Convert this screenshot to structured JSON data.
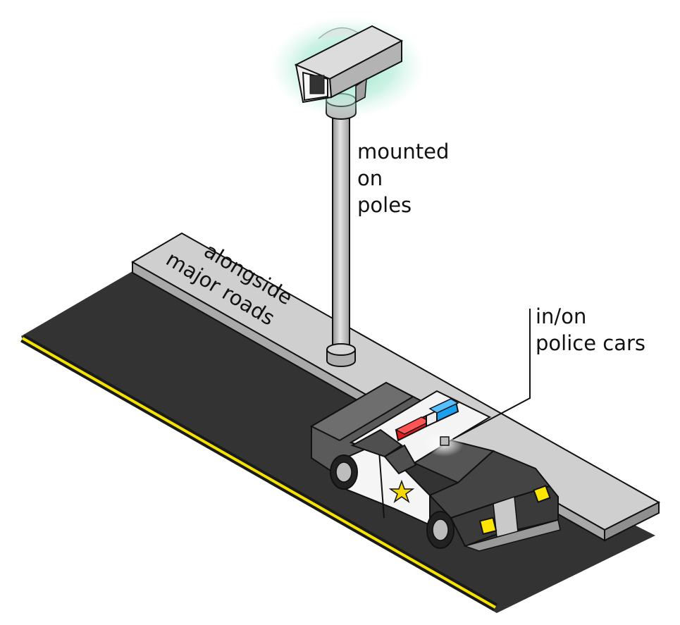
{
  "labels": {
    "poles": [
      "mounted",
      "on",
      "poles"
    ],
    "roads": [
      "alongside",
      "major roads"
    ],
    "police_cars": [
      "in/on",
      "police cars"
    ]
  },
  "icons": [
    "camera-icon",
    "pole-icon",
    "police-car-icon",
    "sheriff-star-icon",
    "light-bar-icon"
  ],
  "colors": {
    "road": "#333333",
    "road_line": "#f5e400",
    "sidewalk": "#cccccc",
    "camera_glow": "#8de0c2",
    "siren_red": "#e31b1b",
    "siren_blue": "#1ba0f0",
    "headlight": "#ffe600",
    "star": "#f5d800"
  }
}
